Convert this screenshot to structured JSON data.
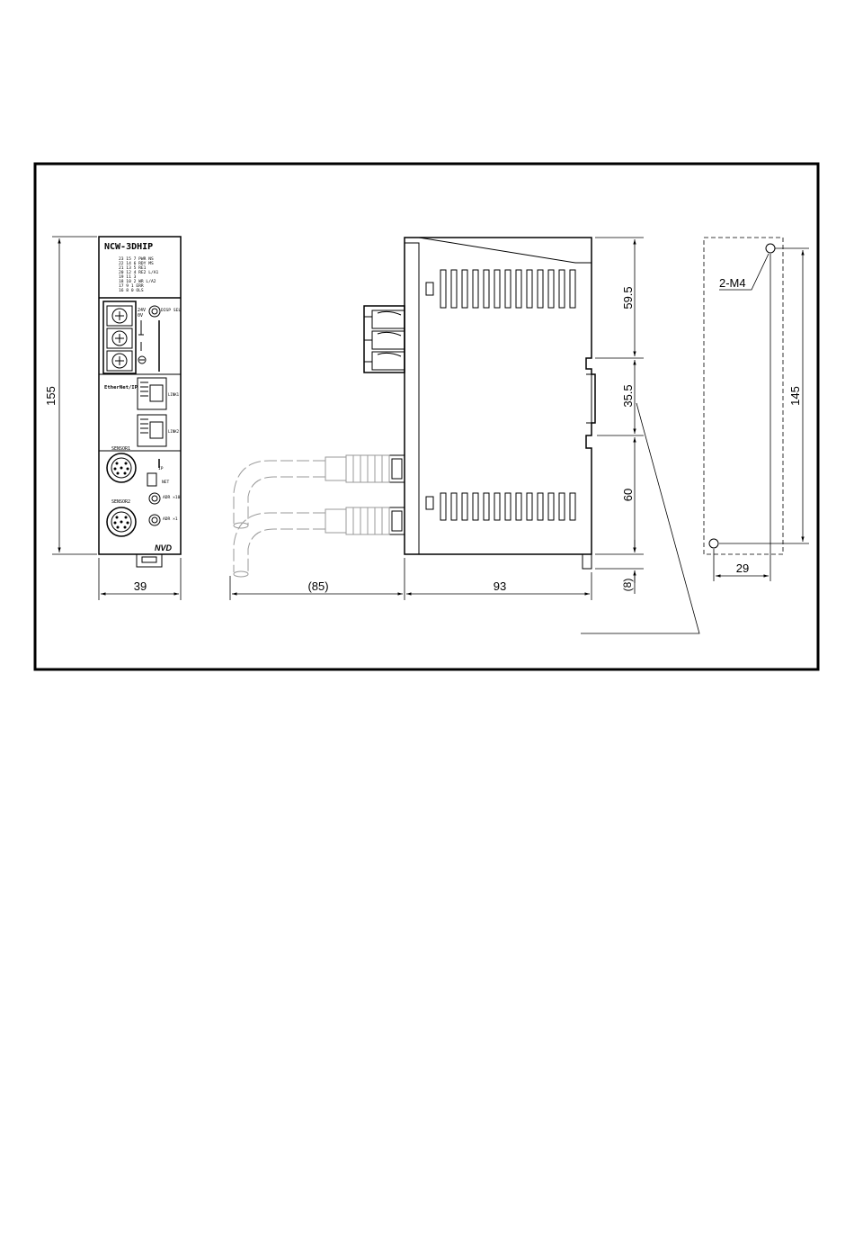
{
  "model_label": "NCW-3DHIP",
  "front_panel": {
    "led_table_rows": [
      "23 15 7 PWR NS",
      "22 14 6 RDY MS",
      "21 13 5 RE1",
      "20 12 4 RE2 L/A1",
      "19 11 3",
      "18 10 2 WR L/A2",
      "17 9 1 ERR",
      "16 8 0 OLS"
    ],
    "power_labels": [
      "24V",
      "0V"
    ],
    "disp_sel": "DISP SEL",
    "ethernet_label": "EtherNet/IP",
    "link1": "LINK1",
    "link2": "LINK2",
    "sensor1": "SENSOR1",
    "sensor2": "SENSOR2",
    "ip_label": "IP",
    "net_label": "NET",
    "adr_x10": "ADR ×10",
    "adr_x1": "ADR ×1",
    "logo": "NVD"
  },
  "dimensions": {
    "front_height": "155",
    "front_width": "39",
    "cable_length": "(85)",
    "body_depth": "93",
    "upper_section": "59.5",
    "rail_section": "35.5",
    "lower_section": "60",
    "rail_offset": "(8)",
    "mount_holes": "2-M4",
    "hole_pitch_v": "145",
    "hole_pitch_h": "29"
  }
}
